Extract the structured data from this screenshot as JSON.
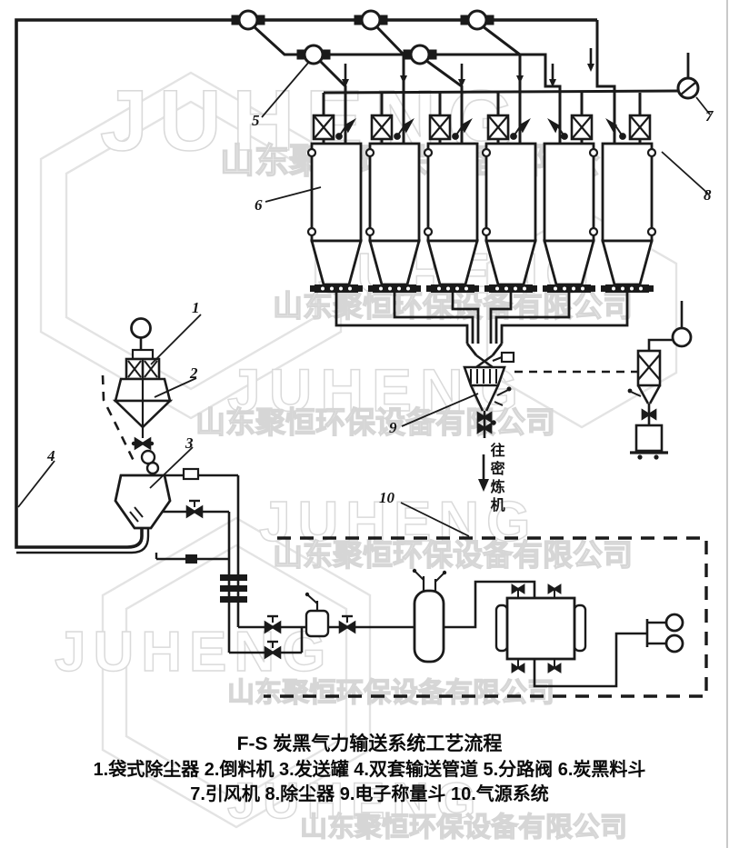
{
  "watermark": {
    "brand": "JUHENG",
    "company": "山东聚恒环保设备有限公司"
  },
  "caption": {
    "title": "F-S 炭黑气力输送系统工艺流程",
    "legend_line1": "1.袋式除尘器 2.倒料机 3.发送罐 4.双套输送管道 5.分路阀 6.炭黑料斗",
    "legend_line2": "7.引风机 8.除尘器 9.电子称量斗 10.气源系统"
  },
  "diagram": {
    "flow_note": "往密炼机",
    "callouts": [
      {
        "num": "1",
        "label": "袋式除尘器"
      },
      {
        "num": "2",
        "label": "倒料机"
      },
      {
        "num": "3",
        "label": "发送罐"
      },
      {
        "num": "4",
        "label": "双套输送管道"
      },
      {
        "num": "5",
        "label": "分路阀"
      },
      {
        "num": "6",
        "label": "炭黑料斗"
      },
      {
        "num": "7",
        "label": "引风机"
      },
      {
        "num": "8",
        "label": "除尘器"
      },
      {
        "num": "9",
        "label": "电子称量斗"
      },
      {
        "num": "10",
        "label": "气源系统"
      }
    ],
    "equipment_counts": {
      "storage_hoppers": 6,
      "diverter_valves": 5,
      "compressors": 2
    }
  },
  "colors": {
    "ink": "#1a1a1a",
    "paper": "#ffffff",
    "watermark": "#dcdcdc"
  }
}
